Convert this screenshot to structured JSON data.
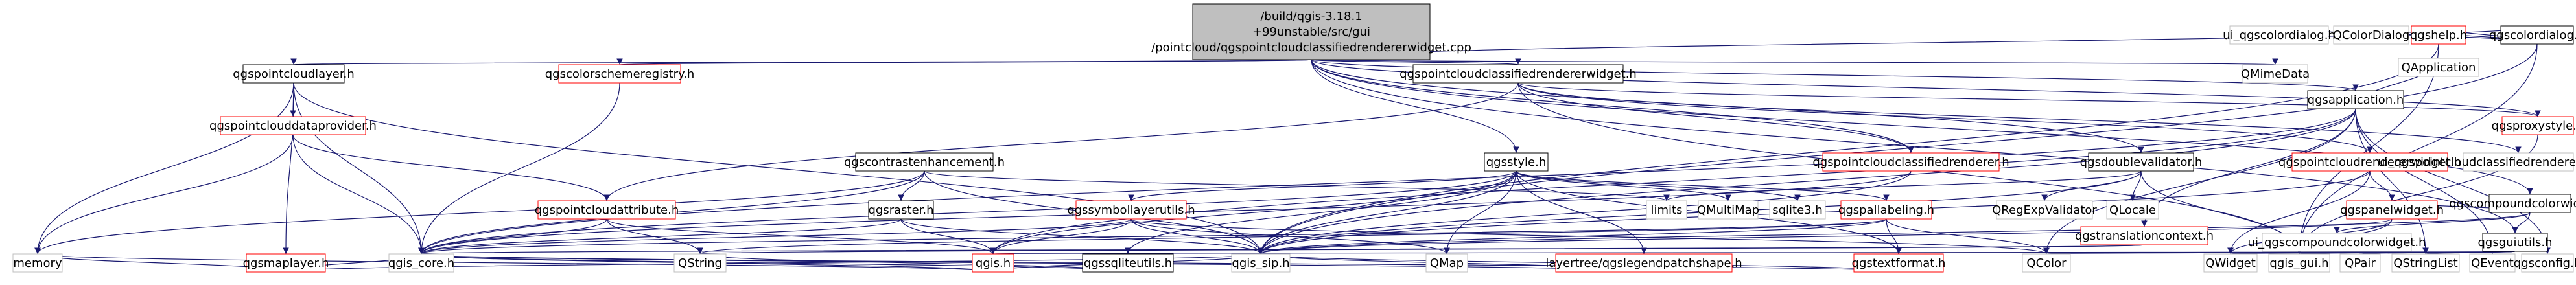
{
  "colors": {
    "root_fill": "#bfbfbf",
    "normal_fill": "#ffffff",
    "normal_border": "#bfbfbf",
    "linked_border": "#ff0000",
    "edge": "#191970"
  },
  "nodes": [
    {
      "id": "root",
      "lines": [
        "/build/qgis-3.18.1",
        "+99unstable/src/gui",
        "/pointcloud/qgspointcloudclassifiedrendererwidget.cpp"
      ],
      "style": "root"
    },
    {
      "id": "qgspointcloudlayer",
      "lines": [
        "qgspointcloudlayer.h"
      ],
      "style": "normal"
    },
    {
      "id": "qgscolorschemeregistry",
      "lines": [
        "qgscolorschemeregistry.h"
      ],
      "style": "red"
    },
    {
      "id": "qgspointcloudclassifiedrendererwidget",
      "lines": [
        "qgspointcloudclassifiedrendererwidget.h"
      ],
      "style": "normal"
    },
    {
      "id": "qmimedata",
      "lines": [
        "QMimeData"
      ],
      "style": "plain"
    },
    {
      "id": "qgspointclouddataprovider",
      "lines": [
        "qgspointclouddataprovider.h"
      ],
      "style": "red"
    },
    {
      "id": "qgscontrastenhancement",
      "lines": [
        "qgscontrastenhancement.h"
      ],
      "style": "normal"
    },
    {
      "id": "qgsstyle",
      "lines": [
        "qgsstyle.h"
      ],
      "style": "normal"
    },
    {
      "id": "qgspointcloudclassifiedrenderer",
      "lines": [
        "qgspointcloudclassifiedrenderer.h"
      ],
      "style": "red"
    },
    {
      "id": "qgsdoublevalidator",
      "lines": [
        "qgsdoublevalidator.h"
      ],
      "style": "normal"
    },
    {
      "id": "qgspointcloudrendererwidget",
      "lines": [
        "qgspointcloudrendererwidget.h"
      ],
      "style": "red"
    },
    {
      "id": "ui_classified",
      "lines": [
        "ui_qgspointcloudclassifiedrendererwidgetbase.h"
      ],
      "style": "plain"
    },
    {
      "id": "qgsproxystyle",
      "lines": [
        "qgsproxystyle.h"
      ],
      "style": "red"
    },
    {
      "id": "qgscompoundcolorwidget",
      "lines": [
        "qgscompoundcolorwidget.h"
      ],
      "style": "normal"
    },
    {
      "id": "qgscolordialog",
      "lines": [
        "qgscolordialog.h"
      ],
      "style": "normal"
    },
    {
      "id": "qgspointcloudattribute",
      "lines": [
        "qgspointcloudattribute.h"
      ],
      "style": "red"
    },
    {
      "id": "qgsraster",
      "lines": [
        "qgsraster.h"
      ],
      "style": "normal"
    },
    {
      "id": "qgssymbollayerutils",
      "lines": [
        "qgssymbollayerutils.h"
      ],
      "style": "red"
    },
    {
      "id": "limits",
      "lines": [
        "limits"
      ],
      "style": "plain"
    },
    {
      "id": "qmultimap",
      "lines": [
        "QMultiMap"
      ],
      "style": "plain"
    },
    {
      "id": "sqlite3",
      "lines": [
        "sqlite3.h"
      ],
      "style": "plain"
    },
    {
      "id": "qgspallabeling",
      "lines": [
        "qgspallabeling.h"
      ],
      "style": "red"
    },
    {
      "id": "qregexpvalidator",
      "lines": [
        "QRegExpValidator"
      ],
      "style": "plain"
    },
    {
      "id": "qlocale",
      "lines": [
        "QLocale"
      ],
      "style": "plain"
    },
    {
      "id": "qgspanelwidget",
      "lines": [
        "qgspanelwidget.h"
      ],
      "style": "red"
    },
    {
      "id": "qgsguiutils",
      "lines": [
        "qgsguiutils.h"
      ],
      "style": "normal"
    },
    {
      "id": "ui_compound",
      "lines": [
        "ui_qgscompoundcolorwidget.h"
      ],
      "style": "plain"
    },
    {
      "id": "qgsapplication",
      "lines": [
        "qgsapplication.h"
      ],
      "style": "normal"
    },
    {
      "id": "qgshelp",
      "lines": [
        "qgshelp.h"
      ],
      "style": "red"
    },
    {
      "id": "qcolordialog",
      "lines": [
        "QColorDialog"
      ],
      "style": "plain"
    },
    {
      "id": "ui_colordialog",
      "lines": [
        "ui_qgscolordialog.h"
      ],
      "style": "plain"
    },
    {
      "id": "qgsmaplayer",
      "lines": [
        "qgsmaplayer.h"
      ],
      "style": "red"
    },
    {
      "id": "qgis",
      "lines": [
        "qgis.h"
      ],
      "style": "red"
    },
    {
      "id": "qgssqliteutils",
      "lines": [
        "qgssqliteutils.h"
      ],
      "style": "normal"
    },
    {
      "id": "qgstextformat",
      "lines": [
        "qgstextformat.h"
      ],
      "style": "red"
    },
    {
      "id": "legendpatchshape",
      "lines": [
        "layertree/qgslegendpatchshape.h"
      ],
      "style": "red"
    },
    {
      "id": "qmap",
      "lines": [
        "QMap"
      ],
      "style": "plain"
    },
    {
      "id": "qcolor",
      "lines": [
        "QColor"
      ],
      "style": "plain"
    },
    {
      "id": "qwidget",
      "lines": [
        "QWidget"
      ],
      "style": "plain"
    },
    {
      "id": "qgis_gui",
      "lines": [
        "qgis_gui.h"
      ],
      "style": "plain"
    },
    {
      "id": "qpair",
      "lines": [
        "QPair"
      ],
      "style": "plain"
    },
    {
      "id": "qstringlist",
      "lines": [
        "QStringList"
      ],
      "style": "plain"
    },
    {
      "id": "qgstranslationcontext",
      "lines": [
        "qgstranslationcontext.h"
      ],
      "style": "red"
    },
    {
      "id": "qevent",
      "lines": [
        "QEvent"
      ],
      "style": "plain"
    },
    {
      "id": "qgsconfig",
      "lines": [
        "qgsconfig.h"
      ],
      "style": "plain"
    },
    {
      "id": "qapplication",
      "lines": [
        "QApplication"
      ],
      "style": "plain"
    },
    {
      "id": "memory",
      "lines": [
        "memory"
      ],
      "style": "plain"
    },
    {
      "id": "qgis_core",
      "lines": [
        "qgis_core.h"
      ],
      "style": "plain"
    },
    {
      "id": "qstring",
      "lines": [
        "QString"
      ],
      "style": "plain"
    },
    {
      "id": "qgis_sip",
      "lines": [
        "qgis_sip.h"
      ],
      "style": "plain"
    }
  ],
  "edges": [
    [
      "root",
      "qgspointcloudlayer"
    ],
    [
      "root",
      "qgscolorschemeregistry"
    ],
    [
      "root",
      "qgspointcloudclassifiedrendererwidget"
    ],
    [
      "root",
      "qmimedata"
    ],
    [
      "root",
      "qgsstyle"
    ],
    [
      "root",
      "qgspointcloudclassifiedrenderer"
    ],
    [
      "root",
      "qgsdoublevalidator"
    ],
    [
      "root",
      "qgsproxystyle"
    ],
    [
      "root",
      "qgscompoundcolorwidget"
    ],
    [
      "root",
      "qgscolordialog"
    ],
    [
      "root",
      "qgsapplication"
    ],
    [
      "root",
      "qgsguiutils"
    ],
    [
      "qgspointcloudlayer",
      "qgspointclouddataprovider"
    ],
    [
      "qgspointcloudlayer",
      "qgsmaplayer"
    ],
    [
      "qgspointcloudlayer",
      "memory"
    ],
    [
      "qgspointcloudlayer",
      "qgis_core"
    ],
    [
      "qgspointcloudlayer",
      "qgis_sip"
    ],
    [
      "qgspointclouddataprovider",
      "qgspointcloudattribute"
    ],
    [
      "qgspointclouddataprovider",
      "memory"
    ],
    [
      "qgspointclouddataprovider",
      "qgis_core"
    ],
    [
      "qgscolorschemeregistry",
      "qgis_core"
    ],
    [
      "qgspointcloudclassifiedrendererwidget",
      "qgspointcloudclassifiedrenderer"
    ],
    [
      "qgspointcloudclassifiedrendererwidget",
      "qgspointcloudrendererwidget"
    ],
    [
      "qgspointcloudclassifiedrendererwidget",
      "ui_classified"
    ],
    [
      "qgspointcloudclassifiedrendererwidget",
      "qgis_gui"
    ],
    [
      "qgspointcloudclassifiedrendererwidget",
      "qgsproxystyle"
    ],
    [
      "qgspointcloudclassifiedrendererwidget",
      "qgspointcloudattribute"
    ],
    [
      "qgscontrastenhancement",
      "qgsraster"
    ],
    [
      "qgscontrastenhancement",
      "limits"
    ],
    [
      "qgscontrastenhancement",
      "memory"
    ],
    [
      "qgscontrastenhancement",
      "qgis_core"
    ],
    [
      "qgscontrastenhancement",
      "qgis_sip"
    ],
    [
      "qgsraster",
      "qgis"
    ],
    [
      "qgsraster",
      "qgis_core"
    ],
    [
      "qgsraster",
      "qgis_sip"
    ],
    [
      "qgsstyle",
      "qgssymbollayerutils"
    ],
    [
      "qgsstyle",
      "qmultimap"
    ],
    [
      "qgsstyle",
      "sqlite3"
    ],
    [
      "qgsstyle",
      "qgspallabeling"
    ],
    [
      "qgsstyle",
      "qgssqliteutils"
    ],
    [
      "qgsstyle",
      "qgstextformat"
    ],
    [
      "qgsstyle",
      "legendpatchshape"
    ],
    [
      "qgsstyle",
      "qmap"
    ],
    [
      "qgsstyle",
      "qgis"
    ],
    [
      "qgsstyle",
      "qgis_core"
    ],
    [
      "qgsstyle",
      "qgis_sip"
    ],
    [
      "qgspointcloudclassifiedrenderer",
      "qgis_core"
    ],
    [
      "qgspointcloudclassifiedrenderer",
      "qgis_sip"
    ],
    [
      "qgsdoublevalidator",
      "limits"
    ],
    [
      "qgsdoublevalidator",
      "qregexpvalidator"
    ],
    [
      "qgsdoublevalidator",
      "qlocale"
    ],
    [
      "qgsdoublevalidator",
      "qgis_sip"
    ],
    [
      "qgsdoublevalidator",
      "qgis_gui"
    ],
    [
      "qgspointcloudrendererwidget",
      "qgspanelwidget"
    ],
    [
      "qgspointcloudrendererwidget",
      "qwidget"
    ],
    [
      "qgspointcloudrendererwidget",
      "qgis_sip"
    ],
    [
      "qgsproxystyle",
      "qgis_gui"
    ],
    [
      "qgscompoundcolorwidget",
      "qgspanelwidget"
    ],
    [
      "qgscompoundcolorwidget",
      "ui_compound"
    ],
    [
      "qgscompoundcolorwidget",
      "qgsguiutils"
    ],
    [
      "qgscompoundcolorwidget",
      "qgis_sip"
    ],
    [
      "qgscolordialog",
      "qgshelp"
    ],
    [
      "qgscolordialog",
      "qcolordialog"
    ],
    [
      "qgscolordialog",
      "ui_colordialog"
    ],
    [
      "qgscolordialog",
      "qgis_gui"
    ],
    [
      "qgscolordialog",
      "qgis_sip"
    ],
    [
      "qgspointcloudattribute",
      "qgis_core"
    ],
    [
      "qgspointcloudattribute",
      "qgis"
    ],
    [
      "qgspointcloudattribute",
      "qstring"
    ],
    [
      "qgssymbollayerutils",
      "qgis"
    ],
    [
      "qgssymbollayerutils",
      "qcolor"
    ],
    [
      "qgssymbollayerutils",
      "qgis_core"
    ],
    [
      "qgssymbollayerutils",
      "qgis_sip"
    ],
    [
      "qgssymbollayerutils",
      "qmap"
    ],
    [
      "qgspallabeling",
      "qgstextformat"
    ],
    [
      "qgspallabeling",
      "qgis_core"
    ],
    [
      "qgspallabeling",
      "qstring"
    ],
    [
      "qgspallabeling",
      "qgis_sip"
    ],
    [
      "qgspallabeling",
      "qcolor"
    ],
    [
      "qgspanelwidget",
      "qwidget"
    ],
    [
      "qgspanelwidget",
      "qgis_gui"
    ],
    [
      "qgspanelwidget",
      "qgis_sip"
    ],
    [
      "qgsguiutils",
      "qcolor"
    ],
    [
      "qgsguiutils",
      "qwidget"
    ],
    [
      "qgsguiutils",
      "qgis_gui"
    ],
    [
      "qgsguiutils",
      "qpair"
    ],
    [
      "qgsguiutils",
      "qstringlist"
    ],
    [
      "qgsguiutils",
      "qgis"
    ],
    [
      "qgsapplication",
      "qgstranslationcontext"
    ],
    [
      "qgsapplication",
      "qevent"
    ],
    [
      "qgsapplication",
      "qgsconfig"
    ],
    [
      "qgsapplication",
      "qapplication"
    ],
    [
      "qgsapplication",
      "qcolor"
    ],
    [
      "qgsapplication",
      "qstringlist"
    ],
    [
      "qgsapplication",
      "qgis_core"
    ],
    [
      "qgsapplication",
      "qgis_sip"
    ],
    [
      "qgsapplication",
      "qgis"
    ],
    [
      "qgshelp",
      "qgis_gui"
    ],
    [
      "qgshelp",
      "qgis_sip"
    ],
    [
      "qgsmaplayer",
      "qgis_core"
    ],
    [
      "qgsmaplayer",
      "memory"
    ],
    [
      "qgsmaplayer",
      "qgis_sip"
    ],
    [
      "qgis",
      "qgis_core"
    ],
    [
      "qgis",
      "qgis_sip"
    ],
    [
      "qgis",
      "memory"
    ],
    [
      "qgssqliteutils",
      "qgis_core"
    ],
    [
      "qgssqliteutils",
      "qstring"
    ],
    [
      "qgstextformat",
      "qgis_core"
    ],
    [
      "qgstextformat",
      "qgis_sip"
    ],
    [
      "legendpatchshape",
      "qgis_core"
    ],
    [
      "legendpatchshape",
      "qgis_sip"
    ],
    [
      "qgstranslationcontext",
      "qgis_core"
    ],
    [
      "qgstranslationcontext",
      "qstring"
    ]
  ]
}
